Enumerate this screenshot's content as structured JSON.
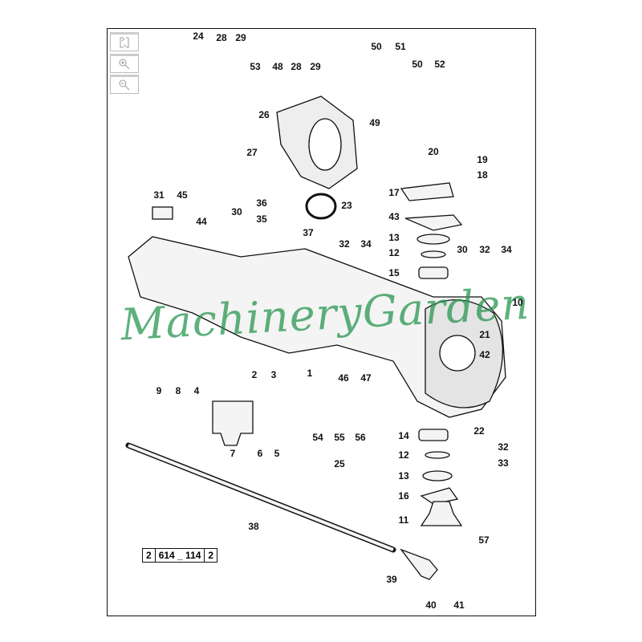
{
  "toolbar": {
    "buttons": [
      {
        "name": "fit-page-button",
        "icon": "fit-page-icon"
      },
      {
        "name": "zoom-in-button",
        "icon": "zoom-in-icon"
      },
      {
        "name": "zoom-out-button",
        "icon": "zoom-out-icon"
      }
    ]
  },
  "diagram": {
    "callouts": [
      "24",
      "28",
      "29",
      "53",
      "48",
      "28",
      "29",
      "50",
      "51",
      "50",
      "52",
      "26",
      "49",
      "27",
      "20",
      "19",
      "18",
      "17",
      "31",
      "45",
      "44",
      "36",
      "23",
      "30",
      "35",
      "43",
      "37",
      "13",
      "32",
      "34",
      "12",
      "30",
      "32",
      "34",
      "15",
      "10",
      "21",
      "42",
      "2",
      "3",
      "1",
      "46",
      "47",
      "9",
      "8",
      "4",
      "22",
      "54",
      "55",
      "56",
      "14",
      "32",
      "7",
      "6",
      "5",
      "12",
      "33",
      "25",
      "13",
      "16",
      "11",
      "38",
      "57",
      "39",
      "40",
      "41"
    ],
    "reference": [
      "2",
      "614 _ 114",
      "2"
    ],
    "watermark": "MachineryGarden"
  },
  "colors": {
    "watermark": "#2e9650",
    "line": "#111111"
  }
}
